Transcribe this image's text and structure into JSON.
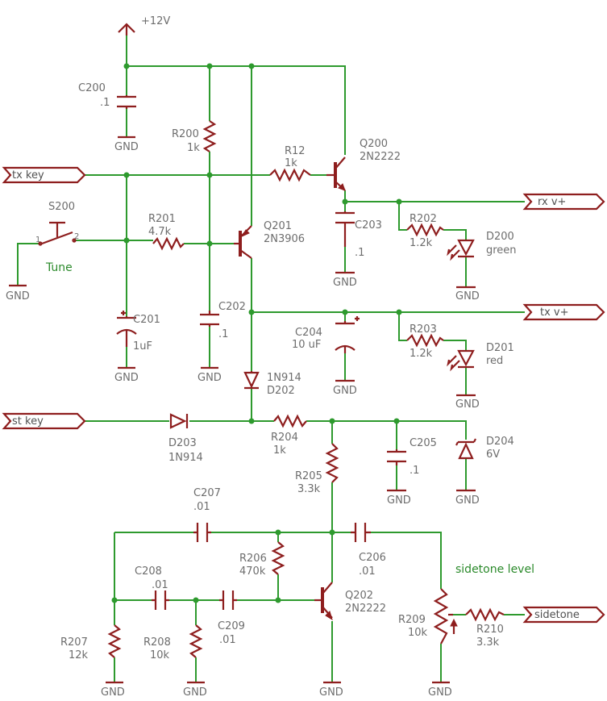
{
  "supply": "+12V",
  "gnd": "GND",
  "ports": {
    "tx_key": "tx key",
    "st_key": "st key",
    "rx_vplus": "rx v+",
    "tx_vplus": "tx v+",
    "sidetone": "sidetone"
  },
  "notes": {
    "tune": "Tune",
    "sidetone_level": "sidetone level"
  },
  "switch": {
    "name": "S200",
    "pin1": "1",
    "pin2": "2"
  },
  "parts": {
    "C200": {
      "name": "C200",
      "value": ".1"
    },
    "R200": {
      "name": "R200",
      "value": "1k"
    },
    "R12": {
      "name": "R12",
      "value": "1k"
    },
    "Q200": {
      "name": "Q200",
      "value": "2N2222"
    },
    "R201": {
      "name": "R201",
      "value": "4.7k"
    },
    "Q201": {
      "name": "Q201",
      "value": "2N3906"
    },
    "C203": {
      "name": "C203",
      "value": ".1"
    },
    "R202": {
      "name": "R202",
      "value": "1.2k"
    },
    "D200": {
      "name": "D200",
      "value": "green"
    },
    "C201": {
      "name": "C201",
      "value": "1uF"
    },
    "C202": {
      "name": "C202",
      "value": ".1"
    },
    "C204": {
      "name": "C204",
      "value": "10 uF"
    },
    "R203": {
      "name": "R203",
      "value": "1.2k"
    },
    "D201": {
      "name": "D201",
      "value": "red"
    },
    "D202": {
      "name": "D202",
      "value": "1N914"
    },
    "D203": {
      "name": "D203",
      "value": "1N914"
    },
    "R204": {
      "name": "R204",
      "value": "1k"
    },
    "C205": {
      "name": "C205",
      "value": ".1"
    },
    "D204": {
      "name": "D204",
      "value": "6V"
    },
    "R205": {
      "name": "R205",
      "value": "3.3k"
    },
    "C207": {
      "name": "C207",
      "value": ".01"
    },
    "R206": {
      "name": "R206",
      "value": "470k"
    },
    "C206": {
      "name": "C206",
      "value": ".01"
    },
    "C208": {
      "name": "C208",
      "value": ".01"
    },
    "C209": {
      "name": "C209",
      "value": ".01"
    },
    "Q202": {
      "name": "Q202",
      "value": "2N2222"
    },
    "R207": {
      "name": "R207",
      "value": "12k"
    },
    "R208": {
      "name": "R208",
      "value": "10k"
    },
    "R209": {
      "name": "R209",
      "value": "10k"
    },
    "R210": {
      "name": "R210",
      "value": "3.3k"
    }
  }
}
